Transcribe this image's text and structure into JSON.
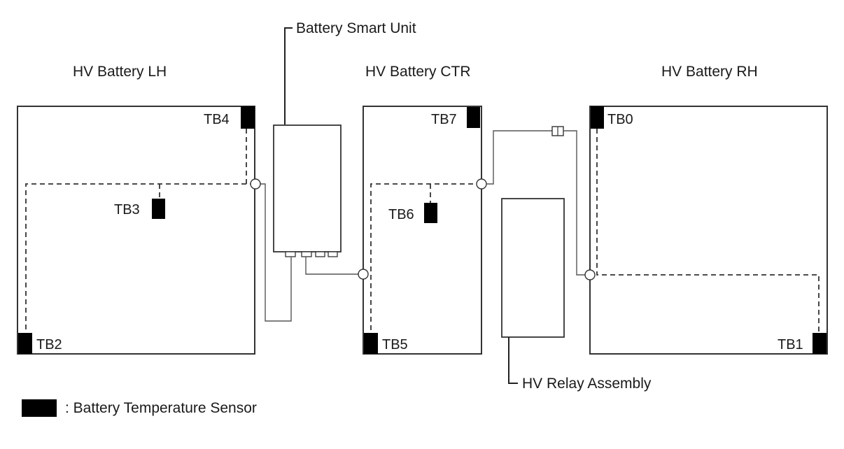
{
  "labels": {
    "battery_smart_unit": "Battery Smart Unit",
    "hv_battery_lh": "HV Battery LH",
    "hv_battery_ctr": "HV Battery CTR",
    "hv_battery_rh": "HV Battery RH",
    "hv_relay_assembly": "HV Relay Assembly"
  },
  "sensors": {
    "tb0": "TB0",
    "tb1": "TB1",
    "tb2": "TB2",
    "tb3": "TB3",
    "tb4": "TB4",
    "tb5": "TB5",
    "tb6": "TB6",
    "tb7": "TB7"
  },
  "legend": {
    "text": ": Battery Temperature Sensor"
  }
}
